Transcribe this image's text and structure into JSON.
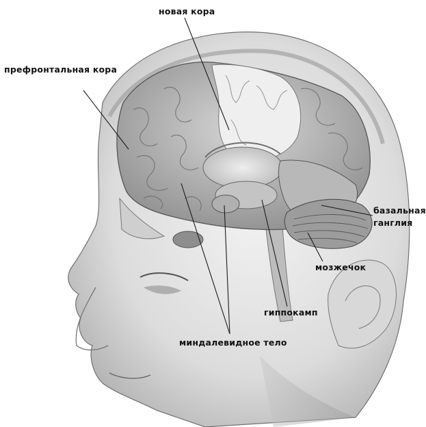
{
  "labels": {
    "neocortex": "новая кора",
    "prefrontal": "префронтальная кора",
    "basal_line1": "базальная",
    "basal_line2": "ганглия",
    "cerebellum": "мозжечок",
    "hippocampus": "гиппокамп",
    "amygdala": "миндалевидное тело"
  }
}
